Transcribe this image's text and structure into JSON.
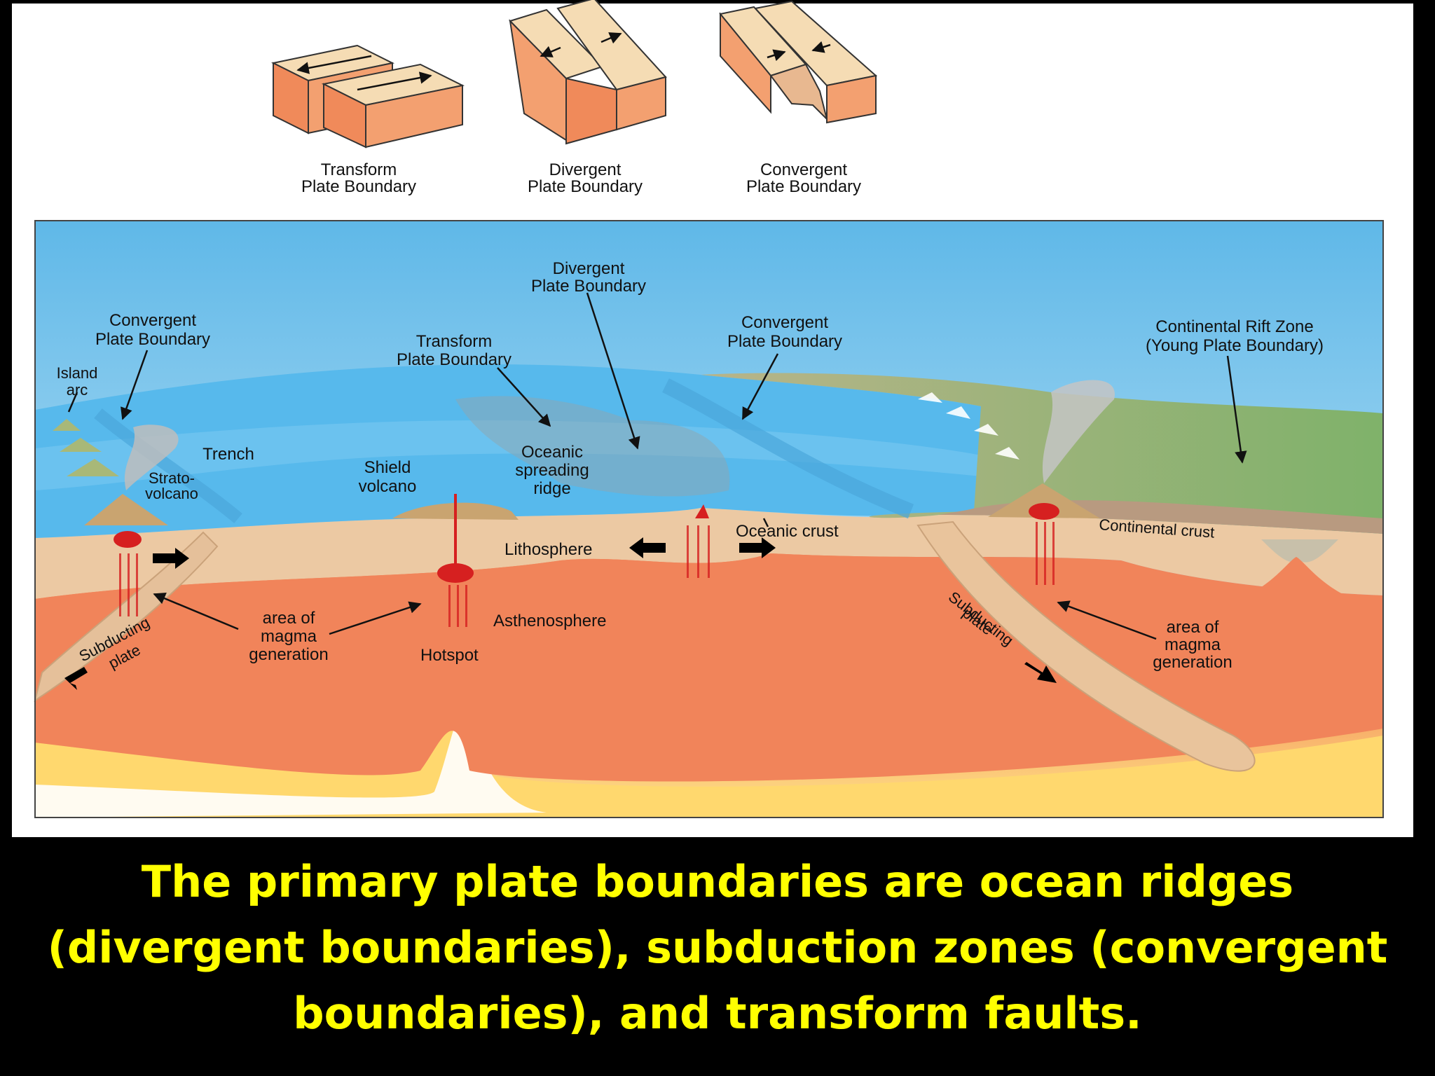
{
  "block_diagrams": [
    {
      "line1": "Transform",
      "line2": "Plate Boundary"
    },
    {
      "line1": "Divergent",
      "line2": "Plate Boundary"
    },
    {
      "line1": "Convergent",
      "line2": "Plate Boundary"
    }
  ],
  "labels": {
    "convergent_left_1": "Convergent",
    "convergent_left_2": "Plate Boundary",
    "island_arc_1": "Island",
    "island_arc_2": "arc",
    "trench": "Trench",
    "strato_1": "Strato-",
    "strato_2": "volcano",
    "transform_1": "Transform",
    "transform_2": "Plate Boundary",
    "divergent_1": "Divergent",
    "divergent_2": "Plate Boundary",
    "shield_1": "Shield",
    "shield_2": "volcano",
    "ridge_1": "Oceanic",
    "ridge_2": "spreading",
    "ridge_3": "ridge",
    "convergent_mid_1": "Convergent",
    "convergent_mid_2": "Plate Boundary",
    "rift_1": "Continental Rift Zone",
    "rift_2": "(Young Plate Boundary)",
    "oceanic_crust": "Oceanic crust",
    "continental_crust": "Continental crust",
    "lithosphere": "Lithosphere",
    "asthenosphere": "Asthenosphere",
    "hotspot": "Hotspot",
    "magma_left_1": "area of",
    "magma_left_2": "magma",
    "magma_left_3": "generation",
    "magma_right_1": "area of",
    "magma_right_2": "magma",
    "magma_right_3": "generation",
    "subducting_left_1": "Subducting",
    "subducting_left_2": "plate",
    "subducting_right_1": "Subducting",
    "subducting_right_2": "plate"
  },
  "caption": "The primary plate boundaries are ocean ridges (divergent boundaries), subduction zones (convergent boundaries), and transform faults.",
  "colors": {
    "sky_top": "#5fb8e8",
    "sky_bottom": "#cfe9f7",
    "ocean": "#55b7ea",
    "land": "#9bbf7a",
    "crust": "#e9c9a4",
    "asthenosphere": "#f0845a",
    "deep_mantle": "#ffe58a",
    "magma": "#d62020",
    "caption": "#ffff00"
  }
}
